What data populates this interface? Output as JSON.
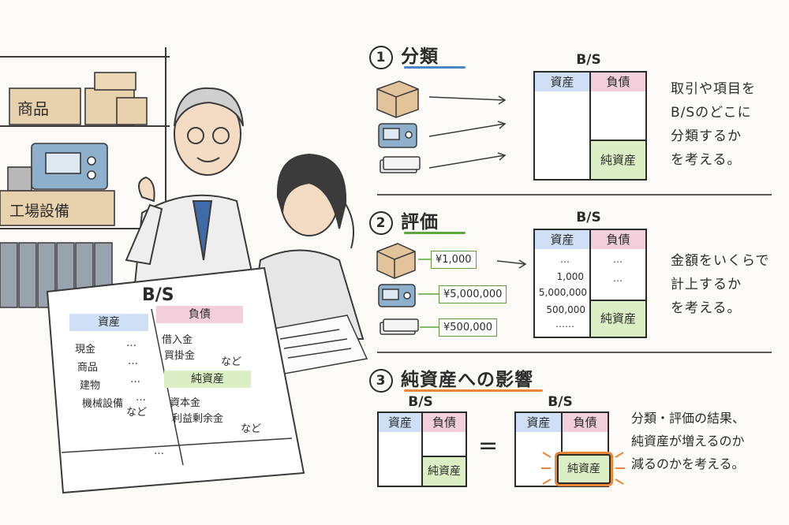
{
  "illustration": {
    "shelf_labels": {
      "goods": "商品",
      "equipment": "工場設備"
    },
    "sheet": {
      "title": "B/S",
      "assets_head": "資産",
      "liabilities_head": "負債",
      "equity_head": "純資産",
      "asset_items": [
        "現金",
        "商品",
        "建物",
        "機械設備"
      ],
      "asset_dots": "…",
      "asset_etc": "など",
      "liability_items": [
        "借入金",
        "買掛金"
      ],
      "liability_etc": "など",
      "equity_items": [
        "資本金",
        "利益剰余金"
      ],
      "equity_etc": "など",
      "footer_dots": "…"
    }
  },
  "section1": {
    "number": "1",
    "title": "分類",
    "bs_caption": "B/S",
    "assets": "資産",
    "liabilities": "負債",
    "equity": "純資産",
    "description": "取引や項目を\nB/Sのどこに\n分類するか\nを考える。"
  },
  "section2": {
    "number": "2",
    "title": "評価",
    "bs_caption": "B/S",
    "assets": "資産",
    "liabilities": "負債",
    "equity": "純資産",
    "prices": [
      "¥1,000",
      "¥5,000,000",
      "¥500,000"
    ],
    "asset_values": [
      "…",
      "1,000",
      "5,000,000",
      "500,000",
      "……"
    ],
    "liability_values": [
      "…",
      "…"
    ],
    "description": "金額をいくらで\n計上するか\nを考える。"
  },
  "section3": {
    "number": "3",
    "title": "純資産への影響",
    "left_caption": "B/S",
    "right_caption": "B/S",
    "assets": "資産",
    "liabilities": "負債",
    "equity": "純資産",
    "equals": "=",
    "description": "分類・評価の結果、\n純資産が増えるのか\n減るのかを考える。"
  },
  "colors": {
    "assets": "#cfe0f6",
    "liabilities": "#f3cfdc",
    "equity": "#dcefc4",
    "underline_blue": "#4a86c8",
    "underline_green": "#5aa83c",
    "underline_orange": "#e8873a",
    "highlight": "#e8873a"
  }
}
